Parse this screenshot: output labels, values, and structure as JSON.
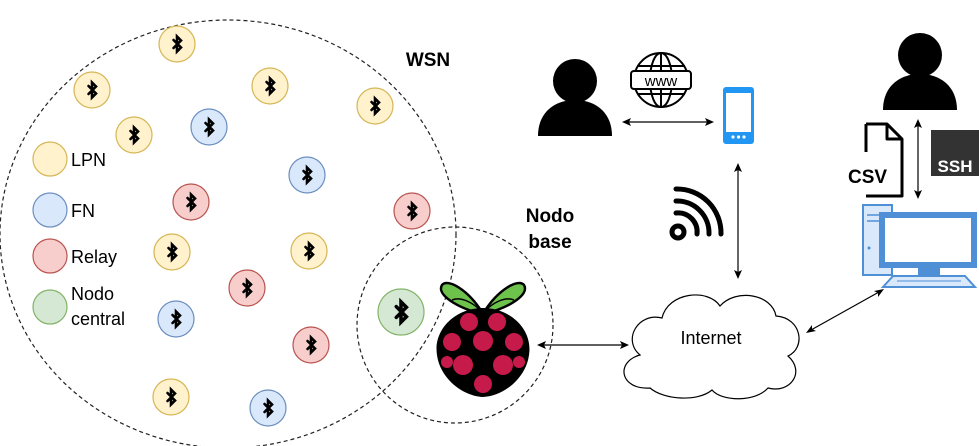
{
  "wsn": {
    "title": "WSN"
  },
  "legend": {
    "items": [
      {
        "kind": "lpn",
        "label": "LPN"
      },
      {
        "kind": "fn",
        "label": "FN"
      },
      {
        "kind": "relay",
        "label": "Relay"
      },
      {
        "kind": "central",
        "label_line1": "Nodo",
        "label_line2": "central"
      }
    ]
  },
  "base": {
    "label_line1": "Nodo",
    "label_line2": "base"
  },
  "cloud": {
    "label": "Internet"
  },
  "www_label": "www",
  "file_labels": {
    "csv": "CSV",
    "ssh": "SSH"
  },
  "colors": {
    "lpn": "#fff2cc",
    "lpn_stroke": "#d6b656",
    "fn": "#dae8fc",
    "fn_stroke": "#6c8ebf",
    "relay": "#f8cecc",
    "relay_stroke": "#b85450",
    "central": "#d5e8d4",
    "central_stroke": "#82b366",
    "phone": "#2196f3",
    "pc_blue": "#4e8fd6",
    "raspberry_red": "#c51a4a",
    "leaf_green": "#6cc24a"
  },
  "nodes": [
    {
      "kind": "lpn"
    },
    {
      "kind": "lpn"
    },
    {
      "kind": "lpn"
    },
    {
      "kind": "lpn"
    },
    {
      "kind": "fn"
    },
    {
      "kind": "lpn"
    },
    {
      "kind": "fn"
    },
    {
      "kind": "relay"
    },
    {
      "kind": "relay"
    },
    {
      "kind": "lpn"
    },
    {
      "kind": "lpn"
    },
    {
      "kind": "relay"
    },
    {
      "kind": "fn"
    },
    {
      "kind": "relay"
    },
    {
      "kind": "lpn"
    },
    {
      "kind": "fn"
    },
    {
      "kind": "central"
    }
  ]
}
